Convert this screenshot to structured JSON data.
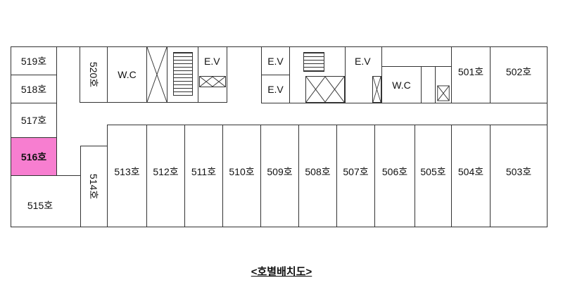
{
  "rooms": {
    "r519": "519호",
    "r518": "518호",
    "r517": "517호",
    "r516": "516호",
    "r515": "515호",
    "r520": "520호",
    "r514": "514호",
    "r513": "513호",
    "r512": "512호",
    "r511": "511호",
    "r510": "510호",
    "r509": "509호",
    "r508": "508호",
    "r507": "507호",
    "r506": "506호",
    "r505": "505호",
    "r504": "504호",
    "r503": "503호",
    "r501": "501호",
    "r502": "502호"
  },
  "facilities": {
    "wc_left": "W.C",
    "wc_right": "W.C",
    "ev_left": "E.V",
    "ev_mid_top": "E.V",
    "ev_mid_bottom": "E.V",
    "ev_right": "E.V"
  },
  "caption": "<호별배치도>",
  "highlight_color": "#f77ed0",
  "highlighted_room": "516호"
}
